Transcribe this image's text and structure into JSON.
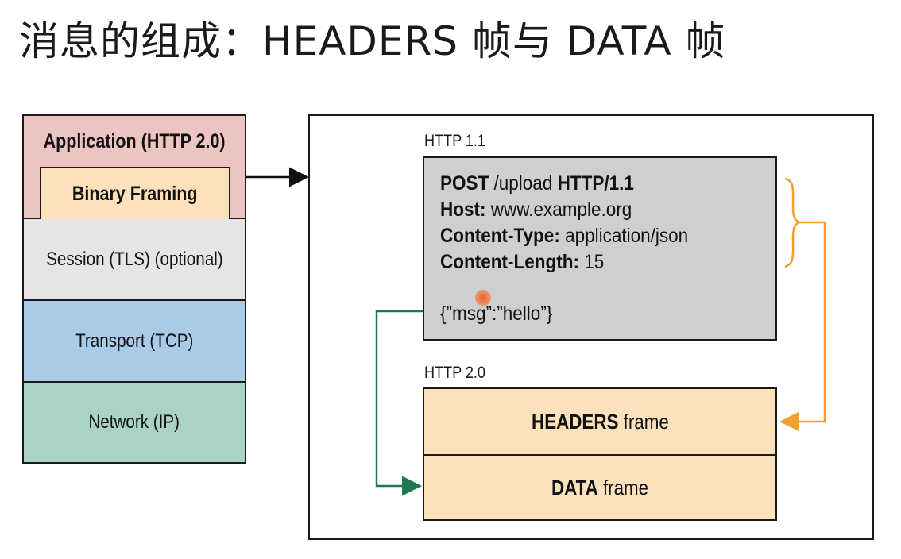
{
  "title": "消息的组成：HEADERS 帧与 DATA 帧",
  "stack": {
    "application": "Application (HTTP 2.0)",
    "framing": "Binary Framing",
    "session": "Session (TLS) (optional)",
    "transport": "Transport (TCP)",
    "network": "Network (IP)"
  },
  "http11": {
    "label": "HTTP 1.1",
    "lines": [
      {
        "key": "POST",
        "mid": " /upload ",
        "tail_bold": "HTTP/1.1"
      },
      {
        "key": "Host:",
        "value": " www.example.org"
      },
      {
        "key": "Content-Type:",
        "value": " application/json"
      },
      {
        "key": "Content-Length:",
        "value": " 15"
      }
    ],
    "body": "{”msg”:”hello”}"
  },
  "http2": {
    "label": "HTTP 2.0",
    "headers_bold": "HEADERS",
    "headers_rest": " frame",
    "data_bold": "DATA",
    "data_rest": " frame"
  },
  "colors": {
    "application": "#ecc4c2",
    "framing": "#fde1ba",
    "session": "#e5e5e5",
    "transport": "#a9cbe8",
    "network": "#a9d3c2",
    "http11_box": "#cfcfcf",
    "headers_arrow": "#f0a030",
    "data_arrow": "#1e7a4e"
  }
}
